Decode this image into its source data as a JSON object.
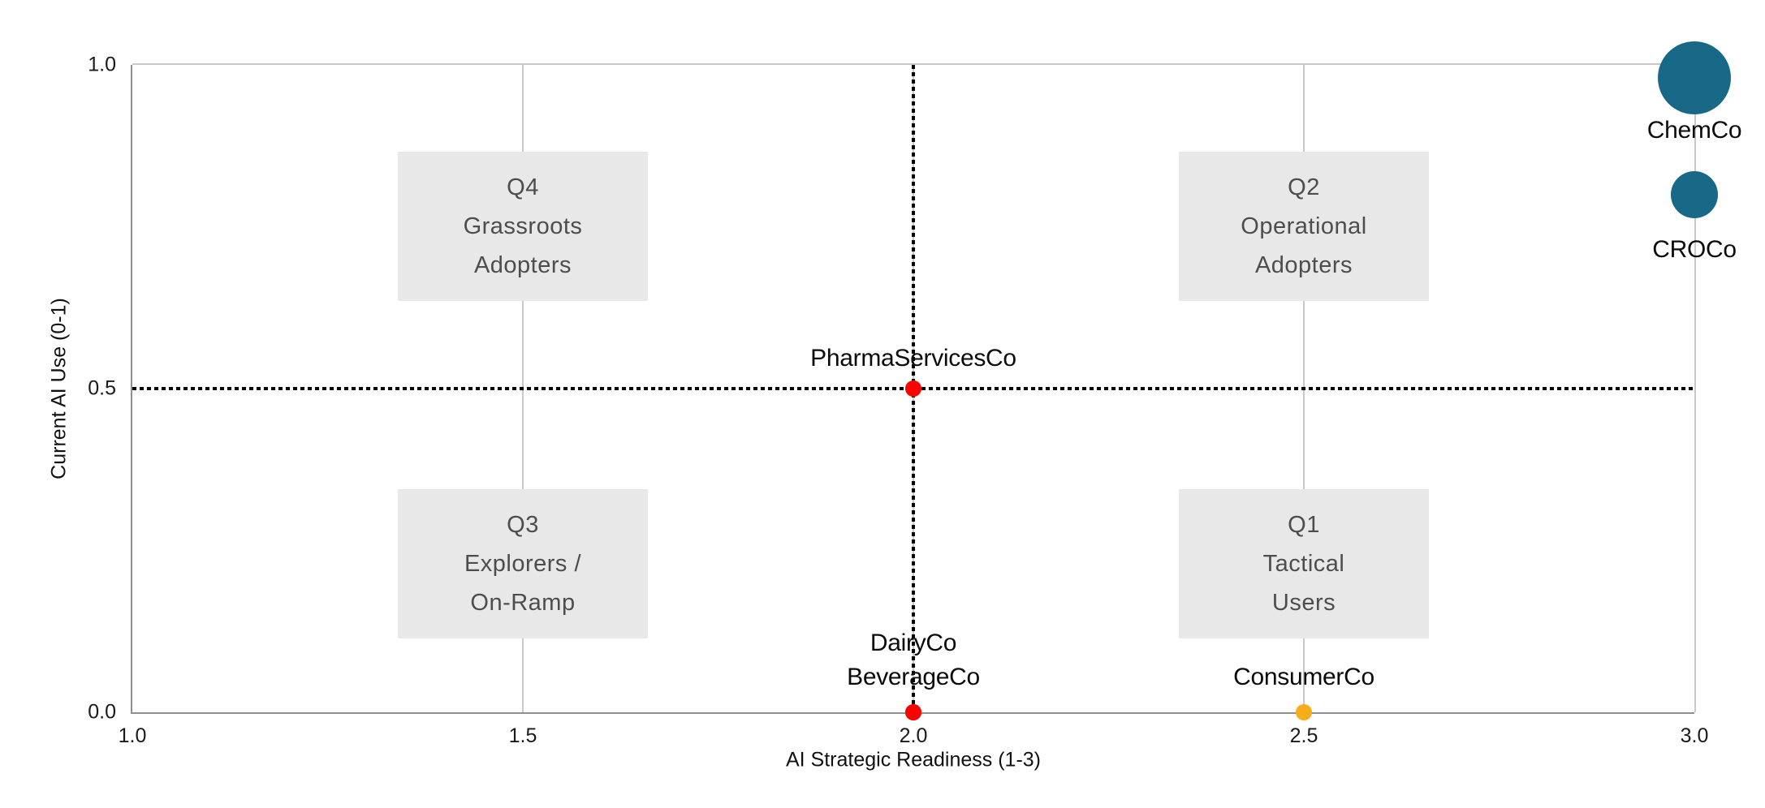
{
  "chart_data": {
    "type": "scatter",
    "title": "",
    "xlabel": "AI Strategic Readiness (1-3)",
    "ylabel": "Current AI Use (0-1)",
    "xlim": [
      1.0,
      3.0
    ],
    "ylim": [
      0.0,
      1.0
    ],
    "grid": "vertical-gridlines-at-x-ticks",
    "legend": "none",
    "x_ticks": [
      {
        "value": 1.0,
        "label": "1.0"
      },
      {
        "value": 1.5,
        "label": "1.5"
      },
      {
        "value": 2.0,
        "label": "2.0"
      },
      {
        "value": 2.5,
        "label": "2.5"
      },
      {
        "value": 3.0,
        "label": "3.0"
      }
    ],
    "y_ticks": [
      {
        "value": 0.0,
        "label": "0.0"
      },
      {
        "value": 0.5,
        "label": "0.5"
      },
      {
        "value": 1.0,
        "label": "1.0"
      }
    ],
    "crosshair": {
      "x": 2.0,
      "y": 0.5,
      "style": "black-dotted"
    },
    "points": [
      {
        "label": "ChemCo",
        "x": 3.0,
        "y": 0.98,
        "color": "#176987",
        "radius": 45,
        "label_dy": 65
      },
      {
        "label": "CROCo",
        "x": 3.0,
        "y": 0.8,
        "color": "#176987",
        "radius": 29,
        "label_dy": 68
      },
      {
        "label": "PharmaServicesCo",
        "x": 2.0,
        "y": 0.5,
        "color": "#ff0000",
        "radius": 10,
        "label_dy": -37
      },
      {
        "label": "DairyCo",
        "x": 2.0,
        "y": 0.0,
        "color": "#ff0000",
        "radius": 10,
        "label_dy": -85
      },
      {
        "label": "BeverageCo",
        "x": 2.0,
        "y": 0.0,
        "color": "#ff0000",
        "radius": 10,
        "label_dy": -43
      },
      {
        "label": "ConsumerCo",
        "x": 2.5,
        "y": 0.0,
        "color": "#f7ad19",
        "radius": 10,
        "label_dy": -43
      }
    ],
    "quadrants": [
      {
        "id": "Q4",
        "lines": [
          "Q4",
          "Grassroots",
          "Adopters"
        ],
        "cx": 1.5,
        "cy": 0.751
      },
      {
        "id": "Q2",
        "lines": [
          "Q2",
          "Operational",
          "Adopters"
        ],
        "cx": 2.5,
        "cy": 0.751
      },
      {
        "id": "Q3",
        "lines": [
          "Q3",
          "Explorers /",
          "On-Ramp"
        ],
        "cx": 1.5,
        "cy": 0.229
      },
      {
        "id": "Q1",
        "lines": [
          "Q1",
          "Tactical",
          "Users"
        ],
        "cx": 2.5,
        "cy": 0.229
      }
    ],
    "colors": {
      "bubble_blue": "#176987",
      "dot_red": "#ff0000",
      "dot_orange": "#f7ad19",
      "quadrant_box_fill": "#e8e8e8",
      "quadrant_text": "#4d4d4d",
      "gridline": "#c9c9c9",
      "axis_left_bottom": "#8f8f8f",
      "frame_top_right": "#c9c9c9",
      "crosshair": "#000000",
      "background": "#ffffff"
    }
  }
}
